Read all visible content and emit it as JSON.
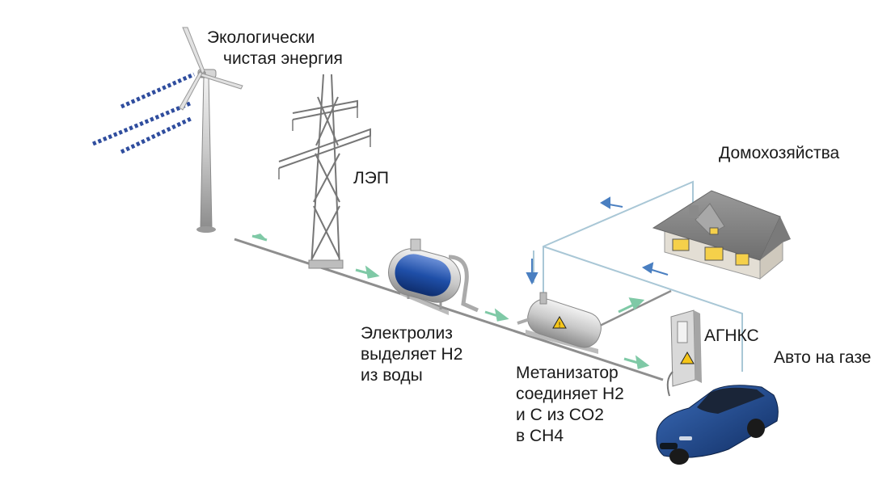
{
  "labels": {
    "eco_energy": [
      "Экологически",
      "чистая энергия"
    ],
    "power_line": "ЛЭП",
    "households": "Домохозяйства",
    "electrolysis": [
      "Электролиз",
      "выделяет H2",
      "из воды"
    ],
    "methanator": [
      "Метанизатор",
      "соединяет H2",
      "и C из CO2",
      "в CH4"
    ],
    "cng_station": "АГНКС",
    "gas_car": "Авто на газе"
  },
  "icons": [
    "wind-turbine-icon",
    "power-pylon-icon",
    "electrolyzer-tank-icon",
    "methanator-unit-icon",
    "house-icon",
    "gas-dispenser-icon",
    "car-icon",
    "flow-arrow-icon"
  ],
  "colors": {
    "arrow_green": "#7fc9a6",
    "arrow_blue": "#4a7fc1",
    "pipe_light": "#a9c7d6",
    "tank_blue": "#1f4fa8",
    "car_blue": "#1e4a8c",
    "window_yellow": "#f5d04a"
  }
}
